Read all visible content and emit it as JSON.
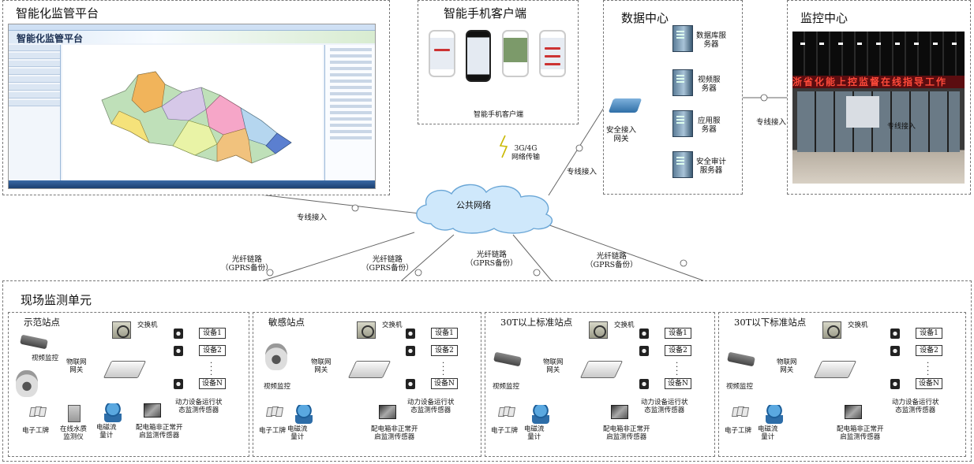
{
  "sections": {
    "platform": "智能化监管平台",
    "mobile": "智能手机客户端",
    "datacenter": "数据中心",
    "monitor": "监控中心",
    "field": "现场监测单元"
  },
  "platform_screenshot": {
    "app_title": "智能化监管平台"
  },
  "mobile_caption": "智能手机客户端",
  "network": {
    "cloud": "公共网络",
    "mobile_link": [
      "3G/4G",
      "网络传输"
    ],
    "dedicated_platform": "专线接入",
    "dedicated_datacenter": "专线接入",
    "dedicated_monitor": "专线接入",
    "fiber_links": [
      [
        "光纤链路",
        "（GPRS备份）"
      ],
      [
        "光纤链路",
        "（GPRS备份）"
      ],
      [
        "光纤链路",
        "（GPRS备份）"
      ],
      [
        "光纤链路",
        "（GPRS备份）"
      ]
    ]
  },
  "datacenter": {
    "gateway": [
      "安全接入",
      "网关"
    ],
    "servers": [
      [
        "数据库服",
        "务器"
      ],
      [
        "视频服",
        "务器"
      ],
      [
        "应用服",
        "务器"
      ],
      [
        "安全审计",
        "服务器"
      ]
    ]
  },
  "monitor_photo": {
    "ticker": "浙省化能上控监督在线指导工作",
    "inner_label": "专线接入"
  },
  "stations": [
    {
      "title": "示范站点",
      "switch": "交换机",
      "iot_gateway": [
        "物联网",
        "网关"
      ],
      "video": "视频监控",
      "devices": [
        "设备1",
        "设备2",
        "设备N"
      ],
      "power_sensor": [
        "动力设备运行状",
        "态监测传感器"
      ],
      "sensors": [
        [
          "电子工牌"
        ],
        [
          "在线水质",
          "监测仪"
        ],
        [
          "电磁流",
          "量计"
        ],
        [
          "配电箱非正常开",
          "启监测传感器"
        ]
      ]
    },
    {
      "title": "敏感站点",
      "switch": "交换机",
      "iot_gateway": [
        "物联网",
        "网关"
      ],
      "video": "视频监控",
      "devices": [
        "设备1",
        "设备2",
        "设备N"
      ],
      "power_sensor": [
        "动力设备运行状",
        "态监测传感器"
      ],
      "sensors": [
        [
          "电子工牌"
        ],
        [
          "电磁流",
          "量计"
        ],
        [
          "配电箱非正常开",
          "启监测传感器"
        ]
      ]
    },
    {
      "title": "30T以上标准站点",
      "switch": "交换机",
      "iot_gateway": [
        "物联网",
        "网关"
      ],
      "video": "视频监控",
      "devices": [
        "设备1",
        "设备2",
        "设备N"
      ],
      "power_sensor": [
        "动力设备运行状",
        "态监测传感器"
      ],
      "sensors": [
        [
          "电子工牌"
        ],
        [
          "电磁流",
          "量计"
        ],
        [
          "配电箱非正常开",
          "启监测传感器"
        ]
      ]
    },
    {
      "title": "30T以下标准站点",
      "switch": "交换机",
      "iot_gateway": [
        "物联网",
        "网关"
      ],
      "video": "视频监控",
      "devices": [
        "设备1",
        "设备2",
        "设备N"
      ],
      "power_sensor": [
        "动力设备运行状",
        "态监测传感器"
      ],
      "sensors": [
        [
          "电子工牌"
        ],
        [
          "电磁流",
          "量计"
        ],
        [
          "配电箱非正常开",
          "启监测传感器"
        ]
      ]
    }
  ]
}
